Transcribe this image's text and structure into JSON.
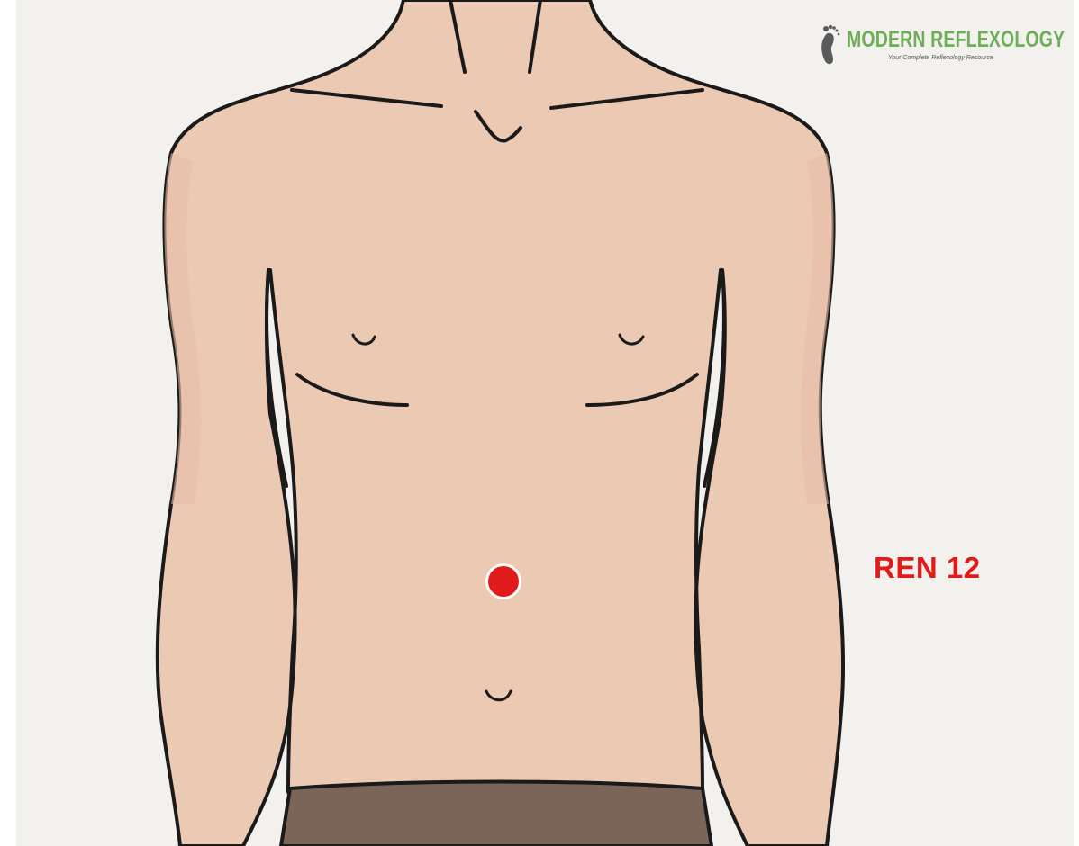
{
  "logo": {
    "title": "MODERN REFLEXOLOGY",
    "tagline": "Your Complete Reflexology Resource",
    "icon": "footprint-icon",
    "color": "#6fae58"
  },
  "point": {
    "label": "REN 12",
    "color": "#e11a1a"
  },
  "colors": {
    "skin": "#ecc9b3",
    "shorts": "#7a6558",
    "outline": "#1a1a1a",
    "background": "#f3f1ee"
  }
}
